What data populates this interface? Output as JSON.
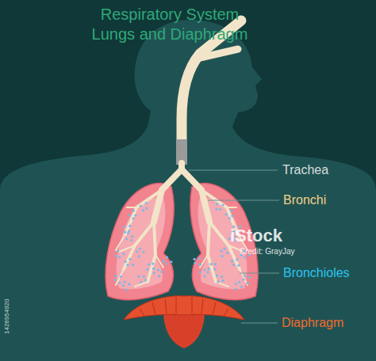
{
  "diagram": {
    "title": "Respiratory System Lungs and Diaphragm",
    "labels": [
      "Trachea",
      "Bronchi",
      "Bronchioles",
      "Diaphragm",
      "iStock",
      "Credit: GrayJay",
      "1426954920"
    ]
  }
}
